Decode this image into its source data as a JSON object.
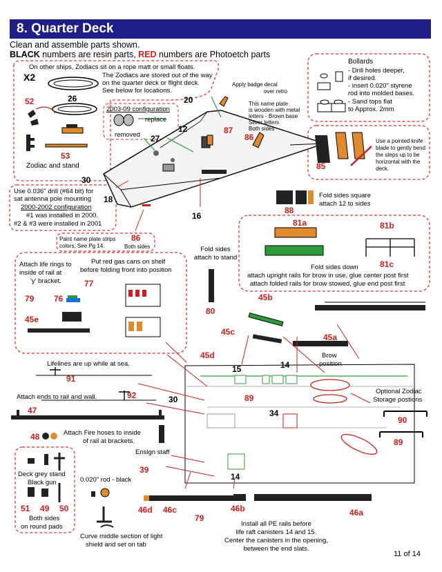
{
  "header": {
    "title": "8. Quarter Deck"
  },
  "intro": {
    "line1": "Clean and assemble parts shown.",
    "black_word": "BLACK",
    "black_rest": " numbers are resin parts, ",
    "red_word": "RED",
    "red_rest": " numbers are Photoetch parts"
  },
  "callouts": {
    "zodiac_x2": "X2",
    "zodiac_note_1": "On other ships, Zodiacs sit on a rope matt or small floats.",
    "zodiac_note_2": "The Zodiacs are stored out of the way",
    "zodiac_note_3": "on the quarter deck or flight deck.",
    "zodiac_note_4": "See below for locations.",
    "zodiac_stand": "Zodiac and stand",
    "config_title": "2003-09 configuration",
    "replace": "replace",
    "removed": "removed",
    "badge_1": "Apply badge decal",
    "badge_2": "over retro",
    "nameplate_1": "This name plate",
    "nameplate_2": "is wooden with metal",
    "nameplate_3": "letters - Brown base",
    "nameplate_4": "Silver letters",
    "nameplate_5": "Both sides",
    "bollards_title": "Bollards",
    "bollards_1": "- Drill holes deeper,",
    "bollards_2": "if desired.",
    "bollards_3": "- insert 0.020\" styrene",
    "bollards_4": "rod into molded bases.",
    "bollards_5": "- Sand tops flat",
    "bollards_6": "to Approx. 2mm",
    "blade_1": "Use a pointed knife",
    "blade_2": "blade to gently bend",
    "blade_3": "the steps up to be",
    "blade_4": "horizontal with the",
    "blade_5": "deck.",
    "fold_square_1": "Fold sides square",
    "fold_square_2": "attach 12 to sides",
    "drill_1": "Use 0.036\" drill (#64 bit) for",
    "drill_2": "sat antenna pole mounting",
    "drill_3": "2000-2002 configuration",
    "drill_4": "#1 was installed in 2000.",
    "drill_5": "#2 & #3 were installed in 2001",
    "paint_1": "Paint name plate strips",
    "paint_2": "colors, See Pg 14.",
    "both_sides": "Both sides",
    "fold_stand_1": "Fold sides",
    "fold_stand_2": "attach to stand",
    "fold_down": "Fold sides down",
    "rails_1": "attach upright rails for brow in use, glue center post first",
    "rails_2": "attach folded rails for brow stowed, glue end post first",
    "life_rings_1": "Attach life rings to",
    "life_rings_2": "inside of rail at",
    "life_rings_3": "'y' bracket.",
    "gas_cans_1": "Put red gas cans on shelf",
    "gas_cans_2": "before folding front into position",
    "lifelines": "Lifelines are up while at sea.",
    "attach_ends": "Attach ends to rail and wall.",
    "fire_hoses_1": "Attach Fire hoses to inside",
    "fire_hoses_2": "of rail at brackets.",
    "ensign_staff": "Ensign staff",
    "brow_1": "Brow",
    "brow_2": "position",
    "optional_zodiac_1": "Optional Zodiac",
    "optional_zodiac_2": "Storage postions",
    "deck_grey_1": "Deck grey stand",
    "deck_grey_2": "Black gun",
    "both_sides_round_1": "Both sides",
    "both_sides_round_2": "on round pads",
    "rod_black": "0.020\" rod - black",
    "curve_1": "Curve middle section of light",
    "curve_2": "shield and set on tab",
    "install_1": "Install all PE rails before",
    "install_2": "life raft canisters 14 and 15.",
    "install_3": "Center the canisters in the opening,",
    "install_4": "between the end slats."
  },
  "part_numbers": {
    "p52": "52",
    "p26": "26",
    "p53": "53",
    "p20": "20",
    "p12": "12",
    "p27": "27",
    "p87": "87",
    "p86a": "86",
    "p85": "85",
    "p30a": "30",
    "p18": "18",
    "p16": "16",
    "p88": "88",
    "p86b": "86",
    "p81a": "81a",
    "p81b": "81b",
    "p81c": "81c",
    "p77": "77",
    "p79a": "79",
    "p76": "76",
    "p45e": "45e",
    "p80": "80",
    "p45b": "45b",
    "p45c": "45c",
    "p45a": "45a",
    "p45d": "45d",
    "p15": "15",
    "p14a": "14",
    "p91": "91",
    "p92": "92",
    "p30b": "30",
    "p89a": "89",
    "p34": "34",
    "p47": "47",
    "p48": "48",
    "p90": "90",
    "p89b": "89",
    "p39": "39",
    "p14b": "14",
    "p51": "51",
    "p49": "49",
    "p50": "50",
    "p46d": "46d",
    "p46c": "46c",
    "p79b": "79",
    "p46b": "46b",
    "p46a": "46a"
  },
  "footer": {
    "page": "11 of 14"
  },
  "colors": {
    "title_bg": "#1e1e86",
    "part_red": "#c8201e",
    "orange": "#e08a30",
    "green": "#2f9a3a"
  }
}
